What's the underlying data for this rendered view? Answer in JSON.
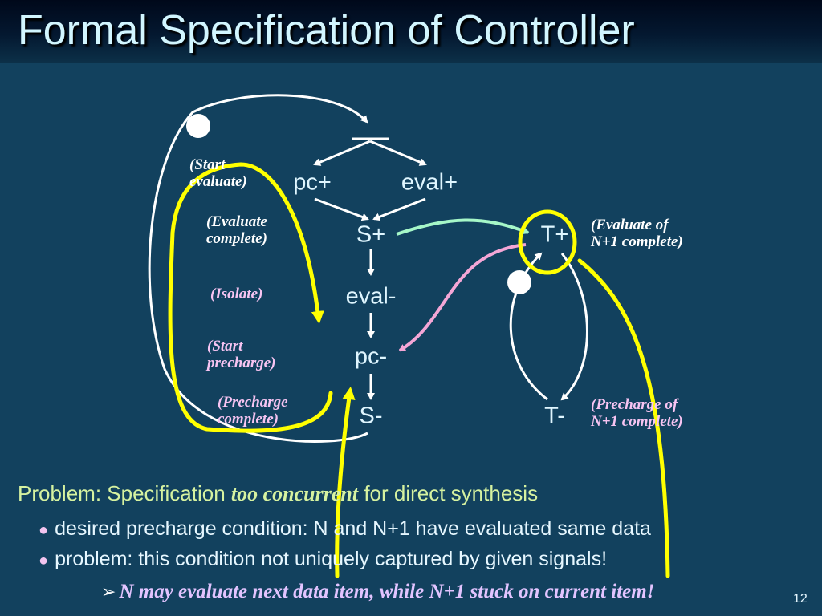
{
  "slide": {
    "title": "Formal Specification of Controller",
    "page_number": "12"
  },
  "diagram": {
    "nodes": {
      "pc_plus": "pc+",
      "eval_plus": "eval+",
      "s_plus": "S+",
      "eval_minus": "eval-",
      "pc_minus": "pc-",
      "s_minus": "S-",
      "t_plus": "T+",
      "t_minus": "T-"
    },
    "annotations": {
      "start_evaluate": [
        "(Start",
        "evaluate)"
      ],
      "evaluate_complete": [
        "(Evaluate",
        "complete)"
      ],
      "isolate": [
        "(Isolate)"
      ],
      "start_precharge": [
        "(Start",
        "precharge)"
      ],
      "precharge_complete": [
        "(Precharge",
        "complete)"
      ],
      "evaluate_n1": [
        "(Evaluate of",
        "N+1 complete)"
      ],
      "precharge_n1": [
        "(Precharge of",
        "N+1 complete)"
      ]
    },
    "colors": {
      "arc": "#ffffff",
      "highlight": "#ffff00",
      "sync_arc": "#a6f7c8",
      "pink_arc": "#f4a6d6"
    }
  },
  "body": {
    "problem_prefix": "Problem: Specification ",
    "problem_emphasis": "too concurrent",
    "problem_suffix": " for direct synthesis",
    "bullets": [
      "desired precharge condition: N and N+1 have evaluated same data",
      "problem: this condition not uniquely captured by given signals!"
    ],
    "sub_point": "N may evaluate next data item, while N+1 stuck on current item!"
  }
}
